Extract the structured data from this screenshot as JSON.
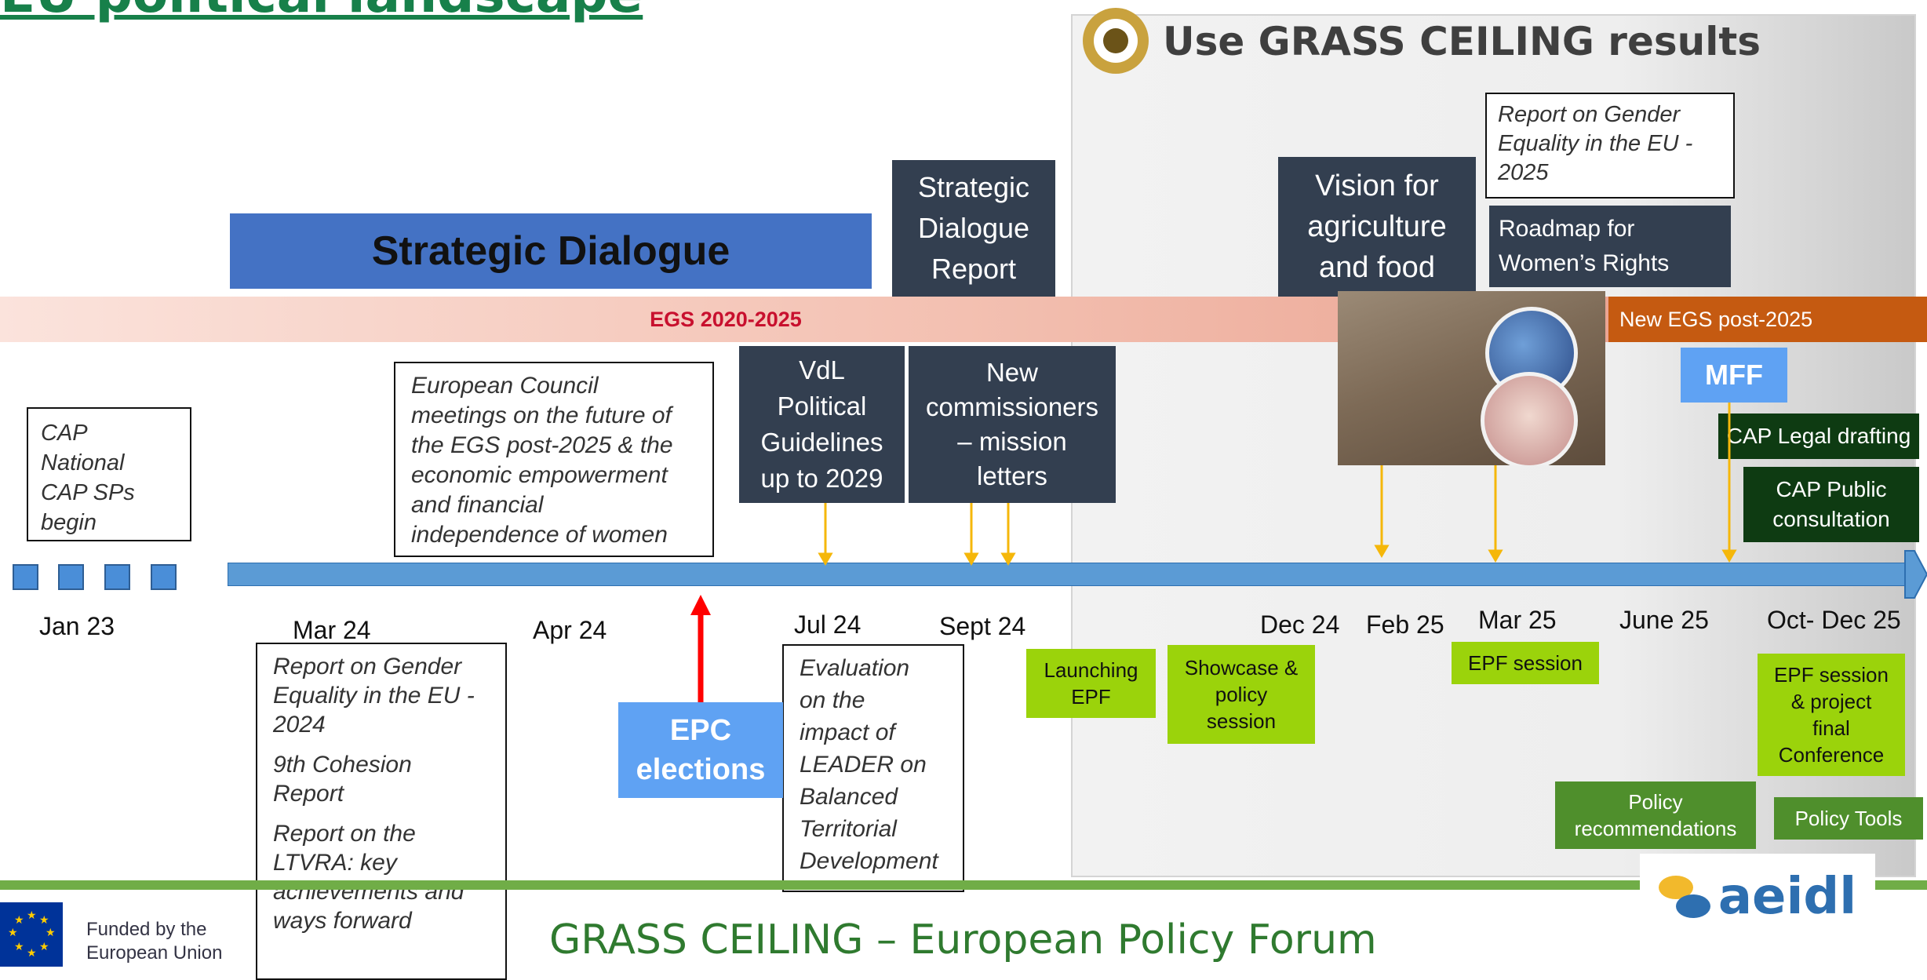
{
  "page_title": "EU political landscape",
  "panel": {
    "title": "Use GRASS CEILING results",
    "icon": "target-icon"
  },
  "egs": {
    "current": "EGS 2020-2025",
    "next": "New EGS post-2025"
  },
  "strategic_dialogue": "Strategic  Dialogue",
  "dark_boxes": {
    "sdr": [
      "Strategic",
      "Dialogue",
      "Report"
    ],
    "vision": [
      "Vision for",
      "agriculture",
      "and food"
    ],
    "roadmap": [
      "Roadmap for",
      "Women’s Rights"
    ],
    "vdl": [
      "VdL",
      "Political",
      "Guidelines",
      "up to 2029"
    ],
    "new_commissioners": [
      "New",
      "commissioners",
      "– mission",
      "letters"
    ]
  },
  "italic_boxes": {
    "cap": [
      "CAP",
      "National",
      "CAP SPs",
      "begin"
    ],
    "council": [
      "European Council",
      "meetings on the future of",
      "the EGS post-2025 & the",
      "economic empowerment",
      "and financial",
      "independence of women"
    ],
    "report_2025": [
      "Report on Gender",
      "Equality in the EU -",
      "2025"
    ],
    "mar24_reports": [
      [
        "Report on Gender",
        "Equality in the EU -",
        "2024"
      ],
      [
        "9th Cohesion",
        "Report"
      ],
      [
        "Report on the",
        "LTVRA: key",
        "achievements and",
        "ways forward"
      ]
    ],
    "evaluation": [
      "Evaluation",
      "on the",
      "impact of",
      "LEADER on",
      "Balanced",
      "Territorial",
      "Development"
    ]
  },
  "dates": [
    "Jan 23",
    "Mar 24",
    "Apr 24",
    "Jul 24",
    "Sept 24",
    "Dec 24",
    "Feb 25",
    "Mar 25",
    "June 25",
    "Oct- Dec 25"
  ],
  "epc": [
    "EPC",
    "elections"
  ],
  "mff": "MFF",
  "cap_legal": "CAP Legal drafting",
  "cap_public": [
    "CAP Public",
    "consultation"
  ],
  "events": {
    "launching": [
      "Launching",
      "EPF"
    ],
    "showcase": [
      "Showcase &",
      "policy",
      "session"
    ],
    "epf_mar": "EPF session",
    "epf_final": [
      "EPF session",
      "& project",
      "final",
      "Conference"
    ],
    "policy_recs": [
      "Policy",
      "recommendations"
    ],
    "policy_tools": "Policy Tools"
  },
  "footer": {
    "funded": [
      "Funded by the",
      "European Union"
    ],
    "forum": "GRASS CEILING – European Policy Forum",
    "logo": "aeidl"
  },
  "colors": {
    "axis": "#5b9bd5",
    "dark_box": "#333f50",
    "lime": "#9bd30b",
    "dark_green": "#0e3b12",
    "arrow_red": "#ff0000",
    "connector": "#f5b70a"
  }
}
